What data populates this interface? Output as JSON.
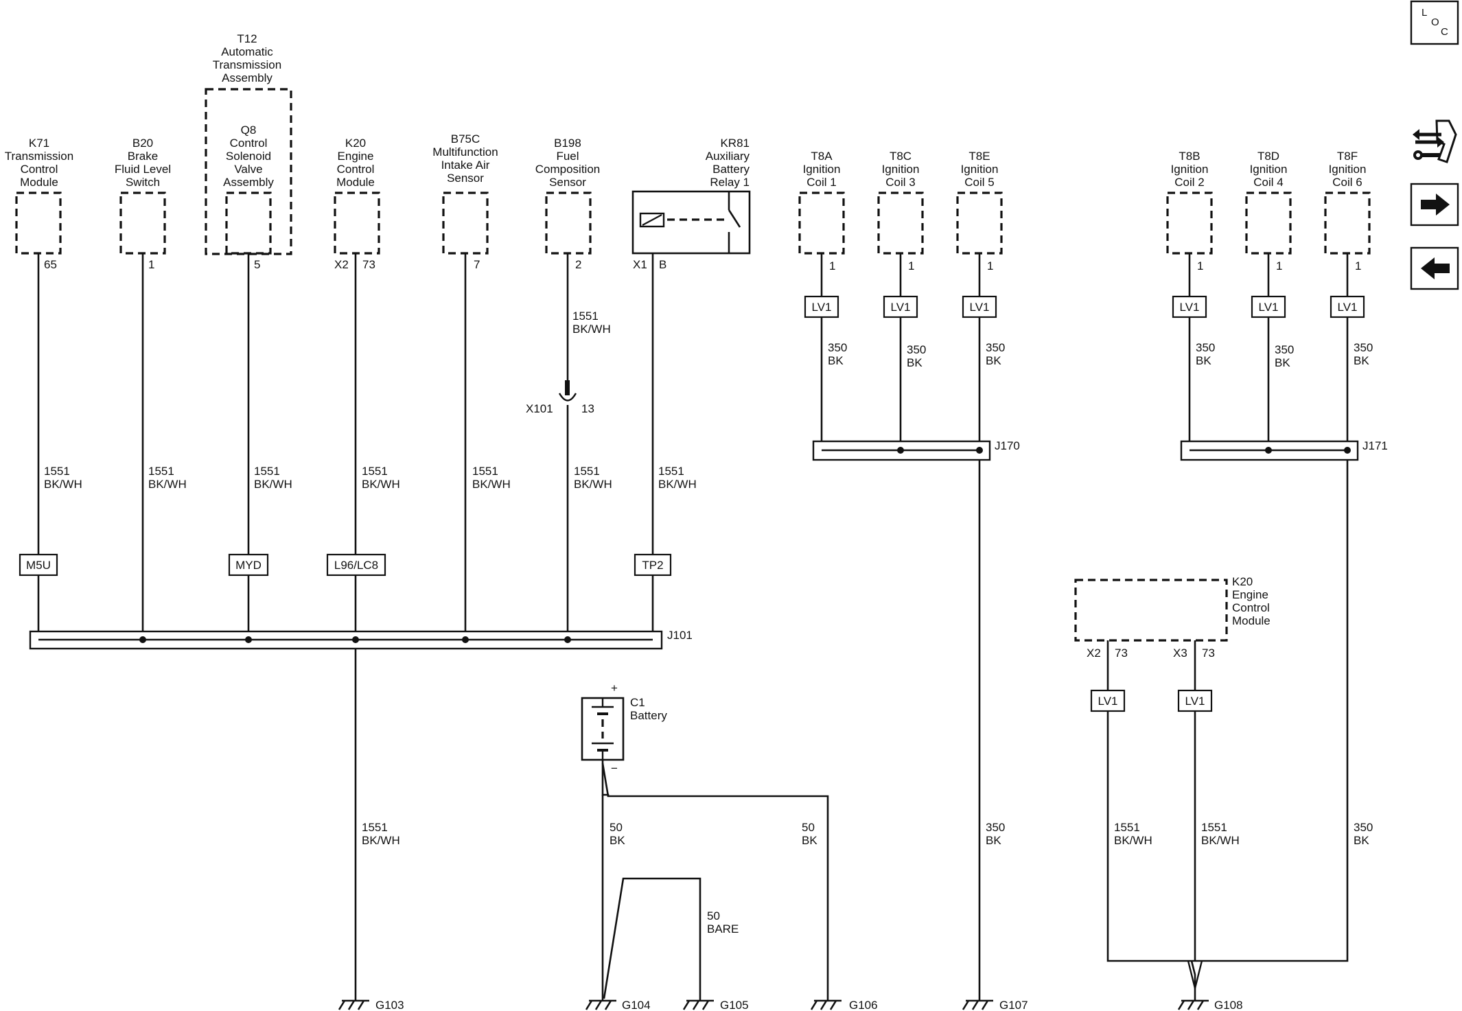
{
  "components": {
    "t12": [
      "T12",
      "Automatic",
      "Transmission",
      "Assembly"
    ],
    "k71": [
      "K71",
      "Transmission",
      "Control",
      "Module"
    ],
    "b20": [
      "B20",
      "Brake",
      "Fluid Level",
      "Switch"
    ],
    "q8": [
      "Q8",
      "Control",
      "Solenoid",
      "Valve",
      "Assembly"
    ],
    "k20": [
      "K20",
      "Engine",
      "Control",
      "Module"
    ],
    "b75c": [
      "B75C",
      "Multifunction",
      "Intake Air",
      "Sensor"
    ],
    "b198": [
      "B198",
      "Fuel",
      "Composition",
      "Sensor"
    ],
    "kr81": [
      "KR81",
      "Auxiliary",
      "Battery",
      "Relay 1"
    ],
    "t8a": [
      "T8A",
      "Ignition",
      "Coil 1"
    ],
    "t8c": [
      "T8C",
      "Ignition",
      "Coil 3"
    ],
    "t8e": [
      "T8E",
      "Ignition",
      "Coil 5"
    ],
    "t8b": [
      "T8B",
      "Ignition",
      "Coil 2"
    ],
    "t8d": [
      "T8D",
      "Ignition",
      "Coil 4"
    ],
    "t8f": [
      "T8F",
      "Ignition",
      "Coil 6"
    ],
    "k20_lower": [
      "K20",
      "Engine",
      "Control",
      "Module"
    ],
    "c1": [
      "C1",
      "Battery"
    ]
  },
  "pins": {
    "k71": "65",
    "b20": "1",
    "q8": "5",
    "k20_conn": "X2",
    "k20": "73",
    "b75c": "7",
    "b198": "2",
    "kr81_conn": "X1",
    "kr81": "B",
    "t8a": "1",
    "t8c": "1",
    "t8e": "1",
    "t8b": "1",
    "t8d": "1",
    "t8f": "1",
    "k20_lower_x2": "X2",
    "k20_lower_x2_pin": "73",
    "k20_lower_x3": "X3",
    "k20_lower_x3_pin": "73"
  },
  "wires": {
    "bkwh_1551": [
      "1551",
      "BK/WH"
    ],
    "bk_350": [
      "350",
      "BK"
    ],
    "bk_50": [
      "50",
      "BK"
    ],
    "bare_50": [
      "50",
      "BARE"
    ]
  },
  "options": {
    "m5u": "M5U",
    "myd": "MYD",
    "l96": "L96/LC8",
    "tp2": "TP2",
    "lv1": "LV1"
  },
  "inline_connector": {
    "name": "X101",
    "pin": "13"
  },
  "battery_terminals": {
    "positive": "+",
    "negative": "−"
  },
  "splices": {
    "j101": "J101",
    "j170": "J170",
    "j171": "J171"
  },
  "grounds": {
    "g103": "G103",
    "g104": "G104",
    "g105": "G105",
    "g106": "G106",
    "g107": "G107",
    "g108": "G108"
  },
  "nav": {
    "locator": [
      "L",
      "O",
      "C"
    ],
    "icons": [
      "component-views-icon",
      "next-page-icon",
      "previous-page-icon"
    ]
  }
}
